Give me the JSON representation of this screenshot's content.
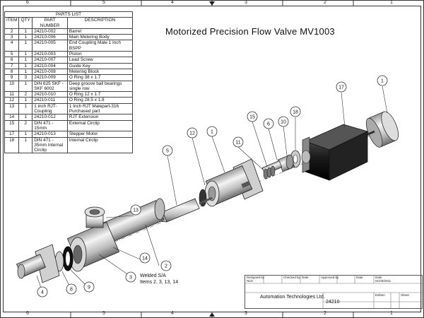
{
  "drawing": {
    "title": "Motorized Precision Flow Valve MV1003",
    "weld_note": [
      "Welded S/A",
      "Items 2, 3, 13, 14"
    ],
    "zones_top": [
      "6",
      "5",
      "4",
      "3",
      "2",
      "1"
    ],
    "zones_bottom": [
      "6",
      "5",
      "4",
      "3",
      "2",
      "1"
    ]
  },
  "parts_list": {
    "caption": "PARTS LIST",
    "headers": [
      "ITEM",
      "QTY",
      "PART NUMBER",
      "DESCRIPTION"
    ],
    "rows": [
      [
        "2",
        "1",
        "24210-002",
        "Barrel"
      ],
      [
        "3",
        "1",
        "24210-006",
        "Main Metering Body"
      ],
      [
        "4",
        "1",
        "24210-005",
        "End Coupling Male 1 Inch BSPP"
      ],
      [
        "5",
        "1",
        "24210-003",
        "Piston"
      ],
      [
        "6",
        "1",
        "24210-007",
        "Lead Screw"
      ],
      [
        "7",
        "1",
        "24210-004",
        "Guide Key"
      ],
      [
        "8",
        "1",
        "24210-008",
        "Metering Block"
      ],
      [
        "9",
        "3",
        "24210-009",
        "O Ring 38 x 1.7"
      ],
      [
        "10",
        "1",
        "DIN 625 SKF - SKF 6002",
        "Deep groove ball bearings single row"
      ],
      [
        "11",
        "2",
        "24210-010",
        "O Ring 12 x 1.7"
      ],
      [
        "12",
        "1",
        "24210-011",
        "O Ring 28.5 x 1.8"
      ],
      [
        "13",
        "1",
        "1 inch RJT-Coupling",
        " 1 Inch RJT Malepart-316 Purchased part"
      ],
      [
        "14",
        "1",
        "24210-012",
        "RJT Extension"
      ],
      [
        "15",
        "2",
        "DIN 471 - 15mm",
        "External Circlip"
      ],
      [
        "17",
        "1",
        "24210-013",
        "Stepper Motor"
      ],
      [
        "18",
        "1",
        "DIN 471 - 35mm Internal Circlip",
        "Internal Circlip"
      ]
    ]
  },
  "balloons": [
    "1",
    "17",
    "18",
    "10",
    "6",
    "15",
    "11",
    "1",
    "12",
    "5",
    "13",
    "14",
    "2",
    "3",
    "4",
    "8",
    "9"
  ],
  "title_block": {
    "designed_by_label": "Designed by",
    "designed_by": "Nick",
    "checked_by_label": "Checked by",
    "approved_by_label": "Approved by",
    "date_label": "Date",
    "date_label_2": "Date",
    "date": "01/03/2011",
    "company": "Automation Technologies Ltd.",
    "drawing_number": "24210",
    "edition_label": "Edition",
    "sheet_label": "Sheet"
  }
}
